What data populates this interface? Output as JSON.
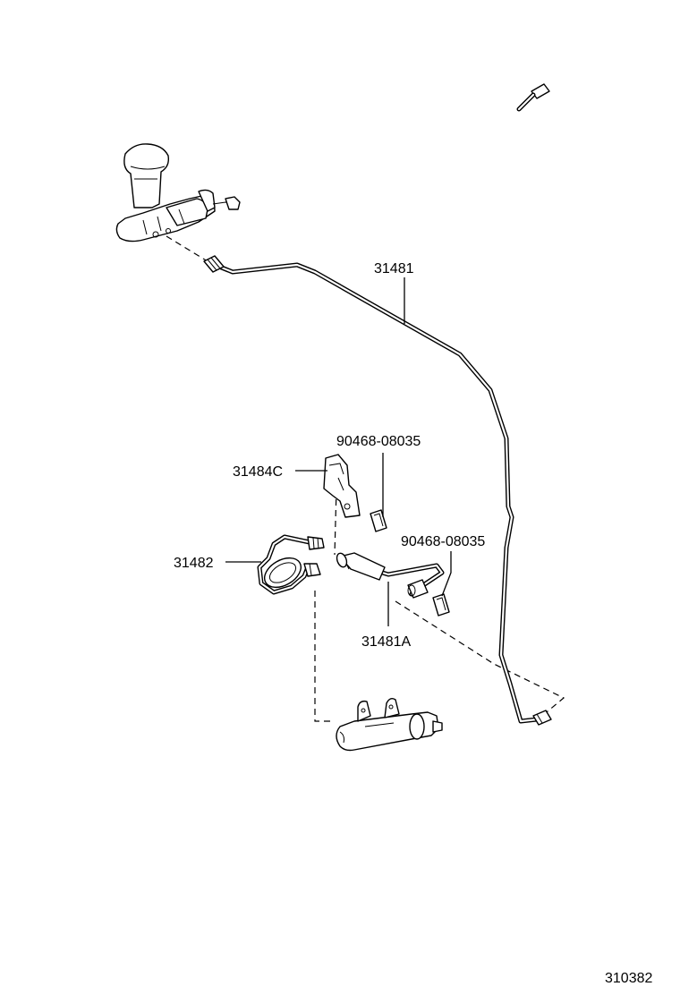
{
  "labels": {
    "pipe_main": "31481",
    "bracket": "31484C",
    "clip_upper": "90468-08035",
    "clip_lower": "90468-08035",
    "flex_hose": "31482",
    "hose_bracket": "31481A",
    "diagram_code": "310382"
  }
}
